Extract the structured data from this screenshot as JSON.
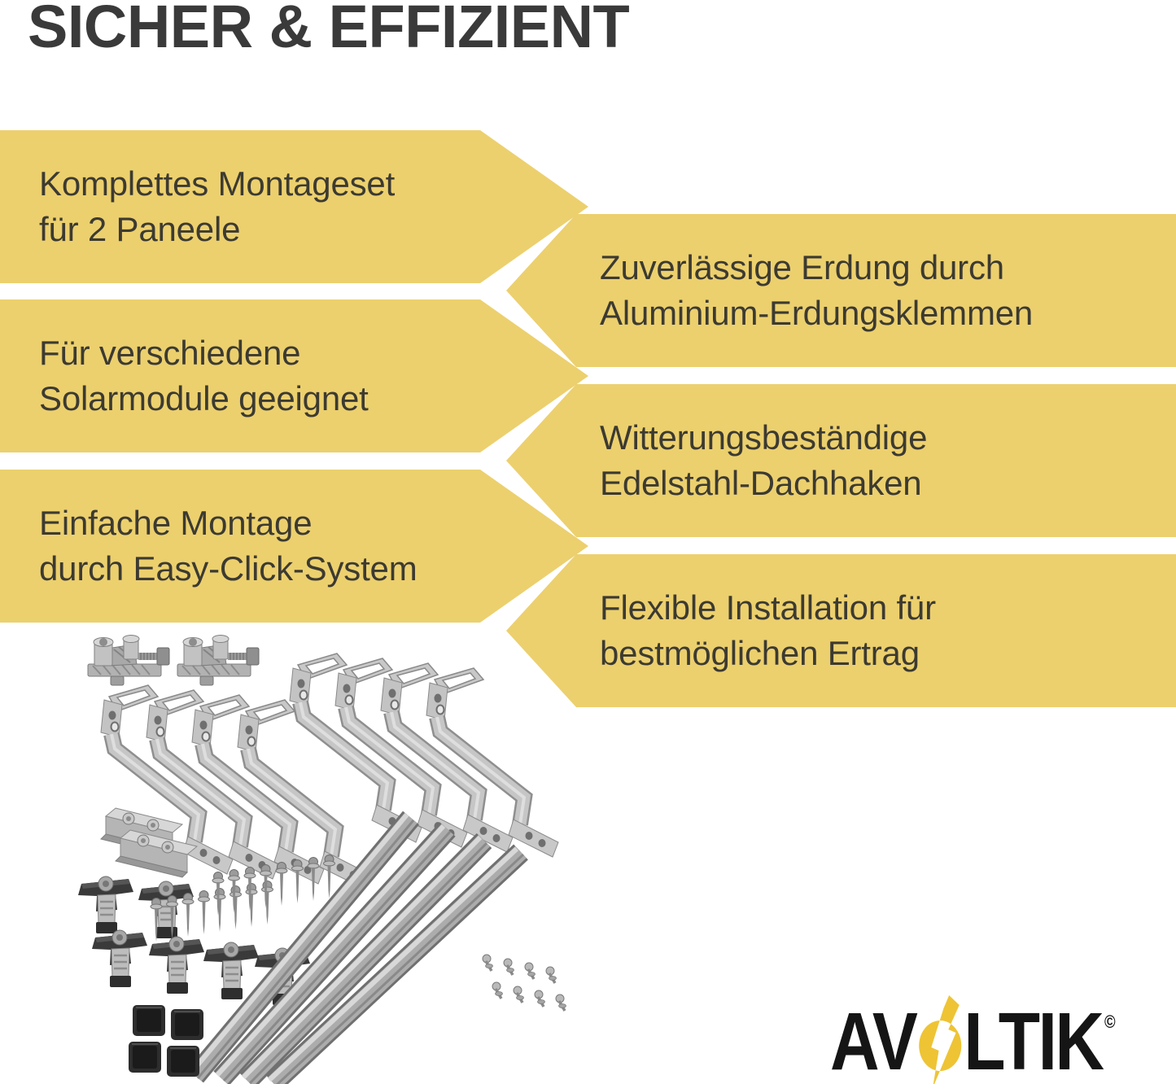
{
  "title": "SICHER & EFFIZIENT",
  "theme": {
    "page-bg": "#ffffff",
    "banner-yellow": "#ecd06e",
    "banner-text": "#3c3a31",
    "title-color": "#3a3a3a",
    "logo-black": "#151515",
    "logo-yellow": "#eec435"
  },
  "banners": {
    "left": [
      {
        "lines": [
          "Komplettes Montageset",
          "für 2 Paneele"
        ]
      },
      {
        "lines": [
          "Für verschiedene",
          "Solarmodule geeignet"
        ]
      },
      {
        "lines": [
          "Einfache Montage",
          "durch Easy-Click-System"
        ]
      }
    ],
    "right": [
      {
        "lines": [
          "Zuverlässige Erdung durch",
          "Aluminium-Erdungsklemmen"
        ]
      },
      {
        "lines": [
          "Witterungsbeständige",
          "Edelstahl-Dachhaken"
        ]
      },
      {
        "lines": [
          "Flexible Installation für",
          "bestmöglichen Ertrag"
        ]
      }
    ]
  },
  "logo": {
    "prefix": "AV",
    "suffix": "LTIK",
    "copyright": "©"
  },
  "photo": {
    "parts": [
      {
        "name": "grounding-clamp",
        "count": 2
      },
      {
        "name": "roof-hook",
        "count": 8
      },
      {
        "name": "rail-connector",
        "count": 2
      },
      {
        "name": "module-clamp",
        "count": 6
      },
      {
        "name": "hanger-bolt",
        "count": 16
      },
      {
        "name": "mounting-rail",
        "count": 4
      },
      {
        "name": "end-cap",
        "count": 4
      },
      {
        "name": "fastening-screw",
        "count": 8
      }
    ]
  }
}
